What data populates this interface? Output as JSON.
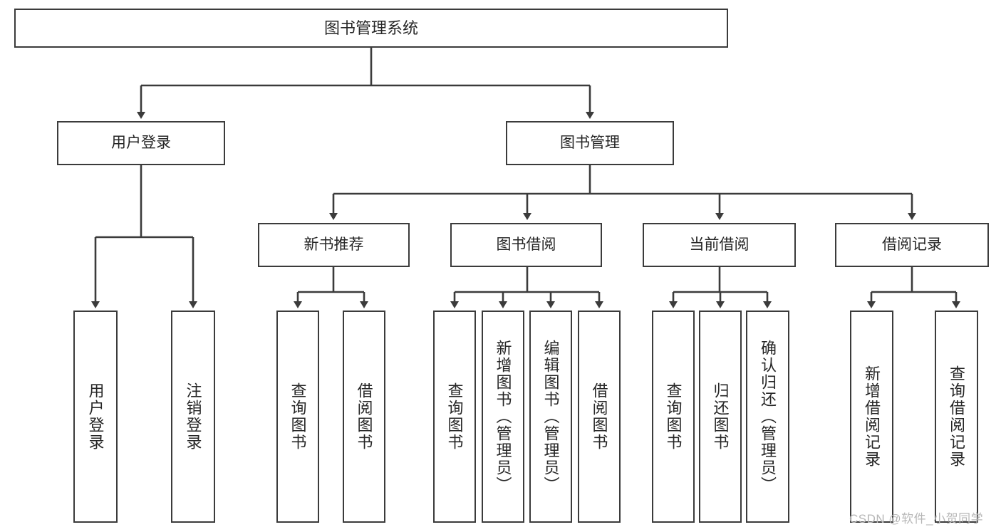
{
  "diagram": {
    "type": "hierarchy-tree",
    "title": "图书管理系统",
    "colors": {
      "box_border": "#3b3b3b",
      "box_fill": "#ffffff",
      "connector": "#3b3b3b",
      "text": "#262626",
      "watermark": "#b7b7b7",
      "background": "#ffffff"
    },
    "root": {
      "label": "图书管理系统"
    },
    "level2": [
      {
        "label": "用户登录"
      },
      {
        "label": "图书管理"
      }
    ],
    "level3": [
      {
        "label": "新书推荐"
      },
      {
        "label": "图书借阅"
      },
      {
        "label": "当前借阅"
      },
      {
        "label": "借阅记录"
      }
    ],
    "leaves": {
      "user_login": [
        {
          "label": "用户登录"
        },
        {
          "label": "注销登录"
        }
      ],
      "new_book_recommend": [
        {
          "label": "查询图书"
        },
        {
          "label": "借阅图书"
        }
      ],
      "book_borrow": [
        {
          "label": "查询图书"
        },
        {
          "label": "新增图书（管理员）"
        },
        {
          "label": "编辑图书（管理员）"
        },
        {
          "label": "借阅图书"
        }
      ],
      "current_borrow": [
        {
          "label": "查询图书"
        },
        {
          "label": "归还图书"
        },
        {
          "label": "确认归还（管理员）"
        }
      ],
      "borrow_record": [
        {
          "label": "新增借阅记录"
        },
        {
          "label": "查询借阅记录"
        }
      ]
    }
  },
  "watermark": {
    "text": "CSDN @软件_小贺同学"
  }
}
